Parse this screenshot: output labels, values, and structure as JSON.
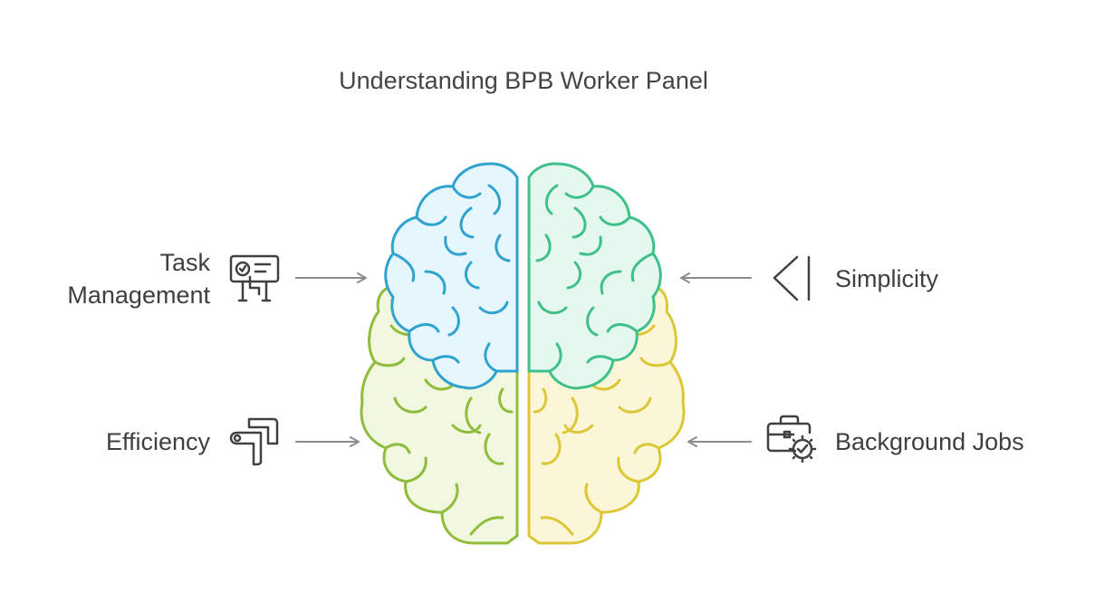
{
  "title": "Understanding BPB Worker Panel",
  "items": [
    {
      "label_lines": [
        "Task",
        "Management"
      ],
      "icon": "task-board-icon",
      "side": "left"
    },
    {
      "label": "Efficiency",
      "icon": "pipe-icon",
      "side": "left"
    },
    {
      "label": "Simplicity",
      "icon": "chevron-bar-icon",
      "side": "right"
    },
    {
      "label": "Background Jobs",
      "icon": "briefcase-gear-icon",
      "side": "right"
    }
  ],
  "colors": {
    "blue": "#2fa3cf",
    "blue_fill": "#e6f6fd",
    "green": "#3fc08a",
    "green_fill": "#e4f8ef",
    "lime": "#8fbc3a",
    "lime_fill": "#f1f8df",
    "yellow": "#dcc736",
    "yellow_fill": "#fcf6d8",
    "arrow": "#8c8c8c",
    "icon": "#404040"
  }
}
